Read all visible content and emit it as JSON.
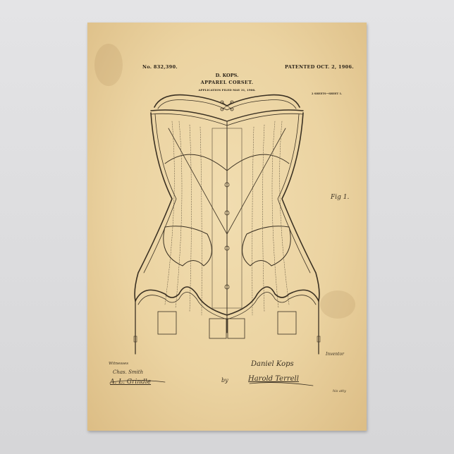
{
  "poster": {
    "patent_number": "No. 832,390.",
    "patent_date": "PATENTED OCT. 2, 1906.",
    "inventor_name_header": "D. KOPS.",
    "title": "APPAREL CORSET.",
    "application_filed": "APPLICATION FILED MAY 31, 1906.",
    "sheets": "2 SHEETS—SHEET 1.",
    "figure_label": "Fig 1.",
    "witnesses_label": "Witnesses",
    "witness_1": "Chas. Smith",
    "witness_2": "A. L. Grindle",
    "inventor_label": "Inventor",
    "inventor_signature": "Daniel Kops",
    "by_label": "by",
    "attorney_signature": "Harold Terrell",
    "attorney_label": "his atty"
  },
  "colors": {
    "paper": "#ebd3a1",
    "ink": "#2b2318",
    "background": "#dedee0"
  }
}
